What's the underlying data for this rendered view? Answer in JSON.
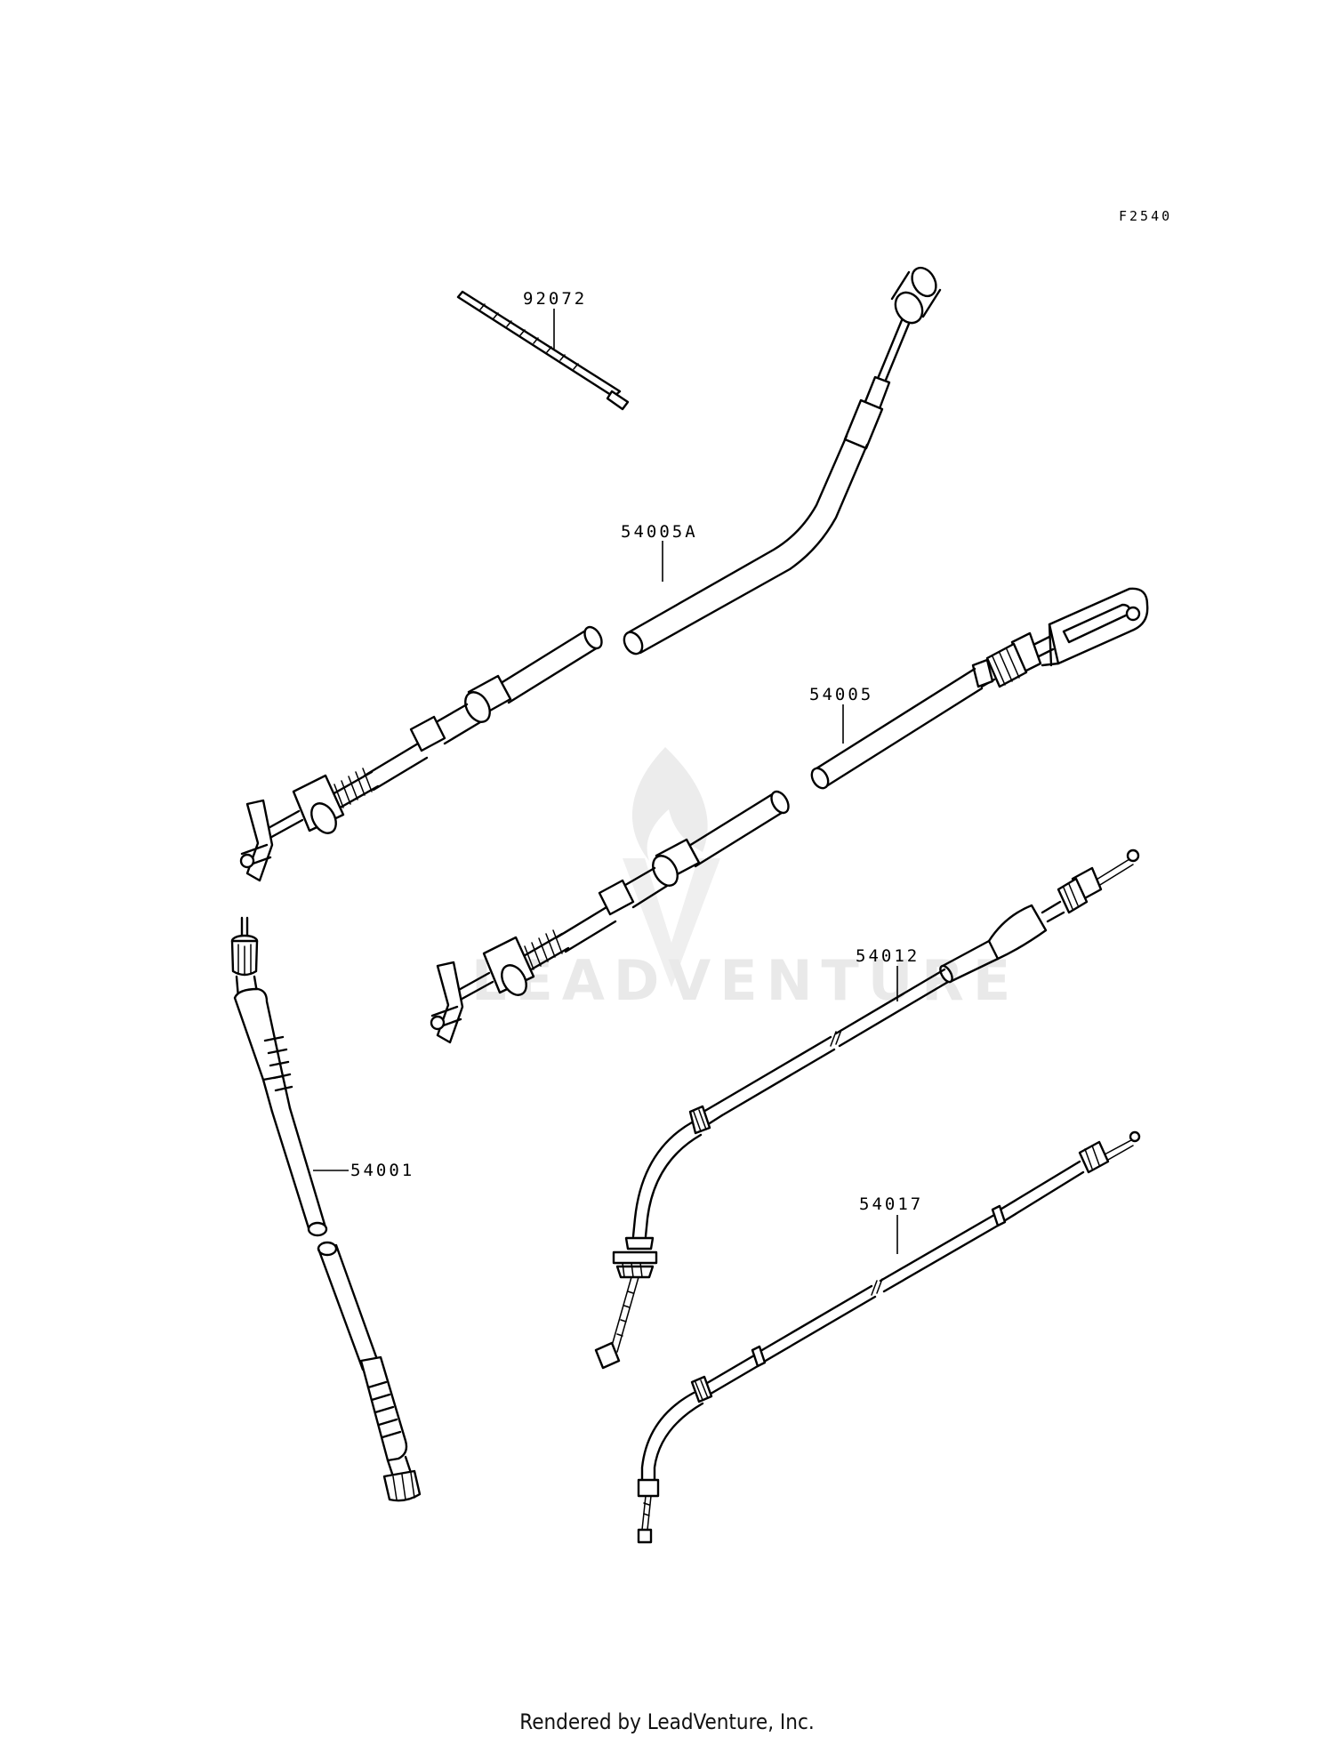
{
  "diagram": {
    "figure_code": "F2540",
    "watermark": "LEADVENTURE",
    "footer": "Rendered by LeadVenture, Inc.",
    "parts": [
      {
        "id": "92072",
        "label": "92072"
      },
      {
        "id": "54005A",
        "label": "54005A"
      },
      {
        "id": "54005",
        "label": "54005"
      },
      {
        "id": "54012",
        "label": "54012"
      },
      {
        "id": "54001",
        "label": "54001"
      },
      {
        "id": "54017",
        "label": "54017"
      }
    ]
  }
}
